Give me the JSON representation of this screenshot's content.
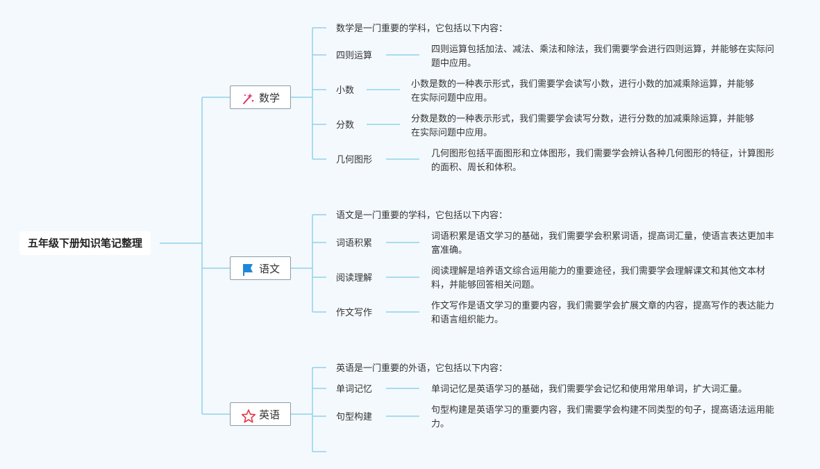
{
  "root": {
    "title": "五年级下册知识笔记整理"
  },
  "branches": [
    {
      "name": "数学",
      "icon": "magic-wand-icon",
      "icon_color": "#e0336b",
      "intro": "数学是一门重要的学科，它包括以下内容：",
      "topics": [
        {
          "label": "四则运算",
          "desc": "四则运算包括加法、减法、乘法和除法，我们需要学会进行四则运算，并能够在实际问题中应用。"
        },
        {
          "label": "小数",
          "desc": "小数是数的一种表示形式，我们需要学会读写小数，进行小数的加减乘除运算，并能够在实际问题中应用。"
        },
        {
          "label": "分数",
          "desc": "分数是数的一种表示形式，我们需要学会读写分数，进行分数的加减乘除运算，并能够在实际问题中应用。"
        },
        {
          "label": "几何图形",
          "desc": "几何图形包括平面图形和立体图形，我们需要学会辨认各种几何图形的特征，计算图形的面积、周长和体积。"
        }
      ]
    },
    {
      "name": "语文",
      "icon": "flag-icon",
      "icon_color": "#1e88d8",
      "intro": "语文是一门重要的学科，它包括以下内容：",
      "topics": [
        {
          "label": "词语积累",
          "desc": "词语积累是语文学习的基础，我们需要学会积累词语，提高词汇量，使语言表达更加丰富准确。"
        },
        {
          "label": "阅读理解",
          "desc": "阅读理解是培养语文综合运用能力的重要途径，我们需要学会理解课文和其他文本材料，并能够回答相关问题。"
        },
        {
          "label": "作文写作",
          "desc": "作文写作是语文学习的重要内容，我们需要学会扩展文章的内容，提高写作的表达能力和语言组织能力。"
        }
      ]
    },
    {
      "name": "英语",
      "icon": "star-icon",
      "icon_color": "#e8343c",
      "intro": "英语是一门重要的外语，它包括以下内容：",
      "topics": [
        {
          "label": "单词记忆",
          "desc": "单词记忆是英语学习的基础，我们需要学会记忆和使用常用单词，扩大词汇量。"
        },
        {
          "label": "句型构建",
          "desc": "句型构建是英语学习的重要内容，我们需要学会构建不同类型的句子，提高语法运用能力。"
        }
      ]
    }
  ],
  "colors": {
    "line": "#8fd3e8",
    "background": "#f4f9fd"
  }
}
